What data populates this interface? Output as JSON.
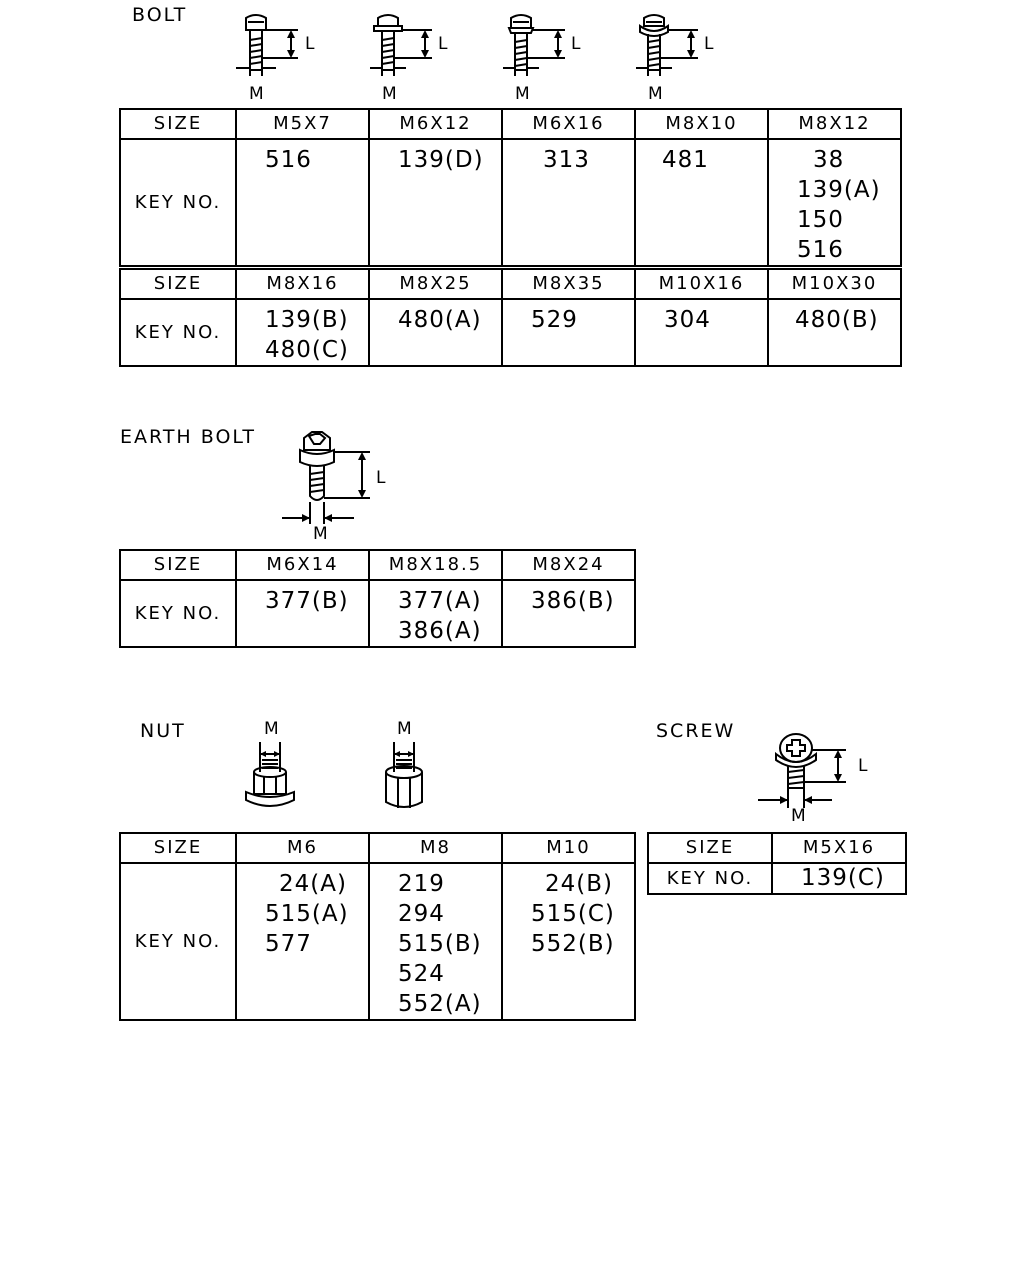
{
  "labels": {
    "bolt": "BOLT",
    "earth_bolt": "EARTH BOLT",
    "nut": "NUT",
    "screw": "SCREW",
    "dim_L": "L",
    "dim_M": "M"
  },
  "headers": {
    "size": "SIZE",
    "key_no": "KEY NO."
  },
  "bolt_table_1": {
    "sizes": [
      "M5X7",
      "M6X12",
      "M6X16",
      "M8X10",
      "M8X12"
    ],
    "keys": [
      [
        "516"
      ],
      [
        "139(D)"
      ],
      [
        "313"
      ],
      [
        "481"
      ],
      [
        "38",
        "139(A)",
        "150",
        "516"
      ]
    ]
  },
  "bolt_table_2": {
    "sizes": [
      "M8X16",
      "M8X25",
      "M8X35",
      "M10X16",
      "M10X30"
    ],
    "keys": [
      [
        "139(B)",
        "480(C)"
      ],
      [
        "480(A)"
      ],
      [
        "529"
      ],
      [
        "304"
      ],
      [
        "480(B)"
      ]
    ]
  },
  "earth_table": {
    "sizes": [
      "M6X14",
      "M8X18.5",
      "M8X24"
    ],
    "keys": [
      [
        "377(B)"
      ],
      [
        "377(A)",
        "386(A)"
      ],
      [
        "386(B)"
      ]
    ]
  },
  "nut_table": {
    "sizes": [
      "M6",
      "M8",
      "M10"
    ],
    "keys": [
      [
        "24(A)",
        "515(A)",
        "577"
      ],
      [
        "219",
        "294",
        "515(B)",
        "524",
        "552(A)"
      ],
      [
        "24(B)",
        "515(C)",
        "552(B)"
      ]
    ]
  },
  "screw_table": {
    "sizes": [
      "M5X16"
    ],
    "keys": [
      [
        "139(C)"
      ]
    ]
  },
  "icons": [
    "bolt-plain-icon",
    "bolt-washer-icon",
    "bolt-flange-icon",
    "bolt-collar-icon",
    "earth-bolt-icon",
    "flange-nut-icon",
    "hex-nut-icon",
    "washer-screw-icon"
  ]
}
